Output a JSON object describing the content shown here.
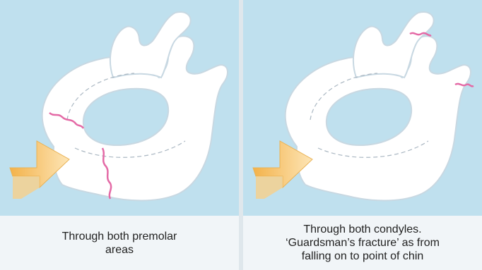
{
  "panels": [
    {
      "caption": "Through both premolar\nareas",
      "fracture_sites": [
        "left premolar",
        "right premolar"
      ]
    },
    {
      "caption": "Through both condyles.\n‘Guardsman’s fracture’ as from\nfalling on to point of chin",
      "fracture_sites": [
        "left condyle",
        "right condyle"
      ]
    }
  ],
  "colors": {
    "background": "#bfe0ee",
    "bone": "#ffffff",
    "fracture": "#e46aa6",
    "arrow": "#f6c56f",
    "caption_bg": "#f1f5f8"
  },
  "icons": [
    "mandible-illustration",
    "impact-arrow"
  ]
}
